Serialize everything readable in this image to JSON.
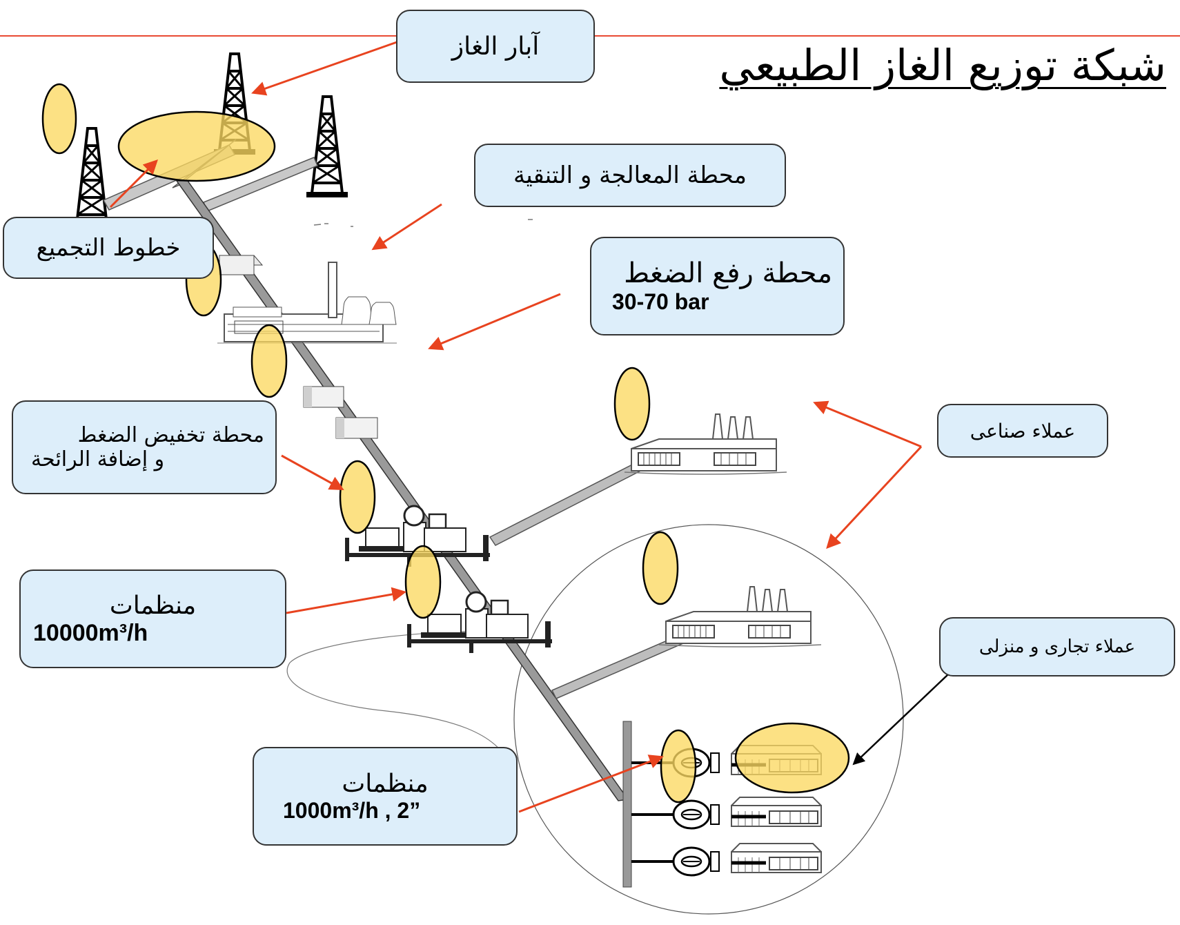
{
  "title": "شبكة توزيع الغاز الطبيعي",
  "labels": {
    "gas_wells": "آبار الغاز",
    "gathering_lines": "خطوط التجميع",
    "treatment_station": "محطة المعالجة و التنقية",
    "compression_station": "محطة رفع الضغط",
    "compression_pressure": "30-70 bar",
    "reduction_station_line1": "محطة تخفيض الضغط",
    "reduction_station_line2": "و إضافة الرائحة",
    "industrial_customers": "عملاء صناعى",
    "regulators_large": "منظمات",
    "regulators_large_capacity": "10000m³/h",
    "commercial_residential": "عملاء تجارى و منزلى",
    "regulators_small": "منظمات",
    "regulators_small_capacity": "1000m³/h , 2”"
  },
  "colors": {
    "callout_fill": "#ddeefa",
    "highlight_ellipse": "#fbd862",
    "arrow_red": "#e8431f",
    "header_rule": "#e84a33",
    "pipeline": "#9a9a9a"
  }
}
